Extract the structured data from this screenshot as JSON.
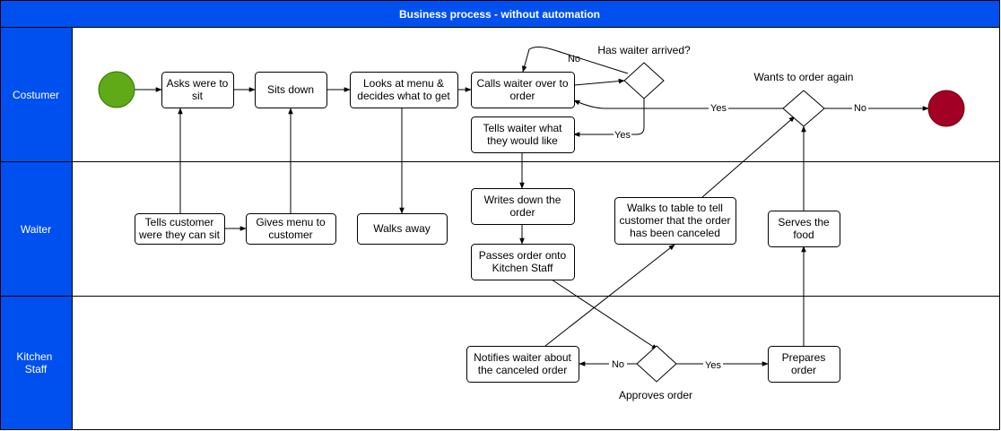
{
  "title": "Business process - without automation",
  "colors": {
    "header_bg": "#0050EF",
    "lane_header_bg": "#0050EF",
    "start_fill": "#60A917",
    "start_stroke": "#2D7600",
    "end_fill": "#A20025",
    "end_stroke": "#6F0000"
  },
  "lanes": {
    "customer": "Costumer",
    "waiter": "Waiter",
    "kitchen": [
      "Kitchen",
      "Staff"
    ]
  },
  "nodes": {
    "asks_sit": [
      "Asks were to",
      "sit"
    ],
    "sits_down": [
      "Sits down"
    ],
    "looks_menu": [
      "Looks at menu &",
      "decides what to get"
    ],
    "calls_waiter": [
      "Calls waiter over to",
      "order"
    ],
    "tells_waiter": [
      "Tells waiter what",
      "they would like"
    ],
    "tells_customer": [
      "Tells customer",
      "were they can sit"
    ],
    "gives_menu": [
      "Gives menu to",
      "customer"
    ],
    "walks_away": [
      "Walks away"
    ],
    "writes_down": [
      "Writes down the",
      "order"
    ],
    "passes_order": [
      "Passes order onto",
      "Kitchen Staff"
    ],
    "walks_table": [
      "Walks to table to tell",
      "customer that the order",
      "has been canceled"
    ],
    "serves_food": [
      "Serves the",
      "food"
    ],
    "notifies_waiter": [
      "Notifies waiter about",
      "the canceled order"
    ],
    "prepares_order": [
      "Prepares",
      "order"
    ]
  },
  "decisions": {
    "waiter_arrived": "Has waiter arrived?",
    "order_again": "Wants to order again",
    "approves_order": "Approves order"
  },
  "edge_labels": {
    "arrived_no": "No",
    "arrived_yes": "Yes",
    "again_yes": "Yes",
    "again_no": "No",
    "approve_no": "No",
    "approve_yes": "Yes"
  }
}
